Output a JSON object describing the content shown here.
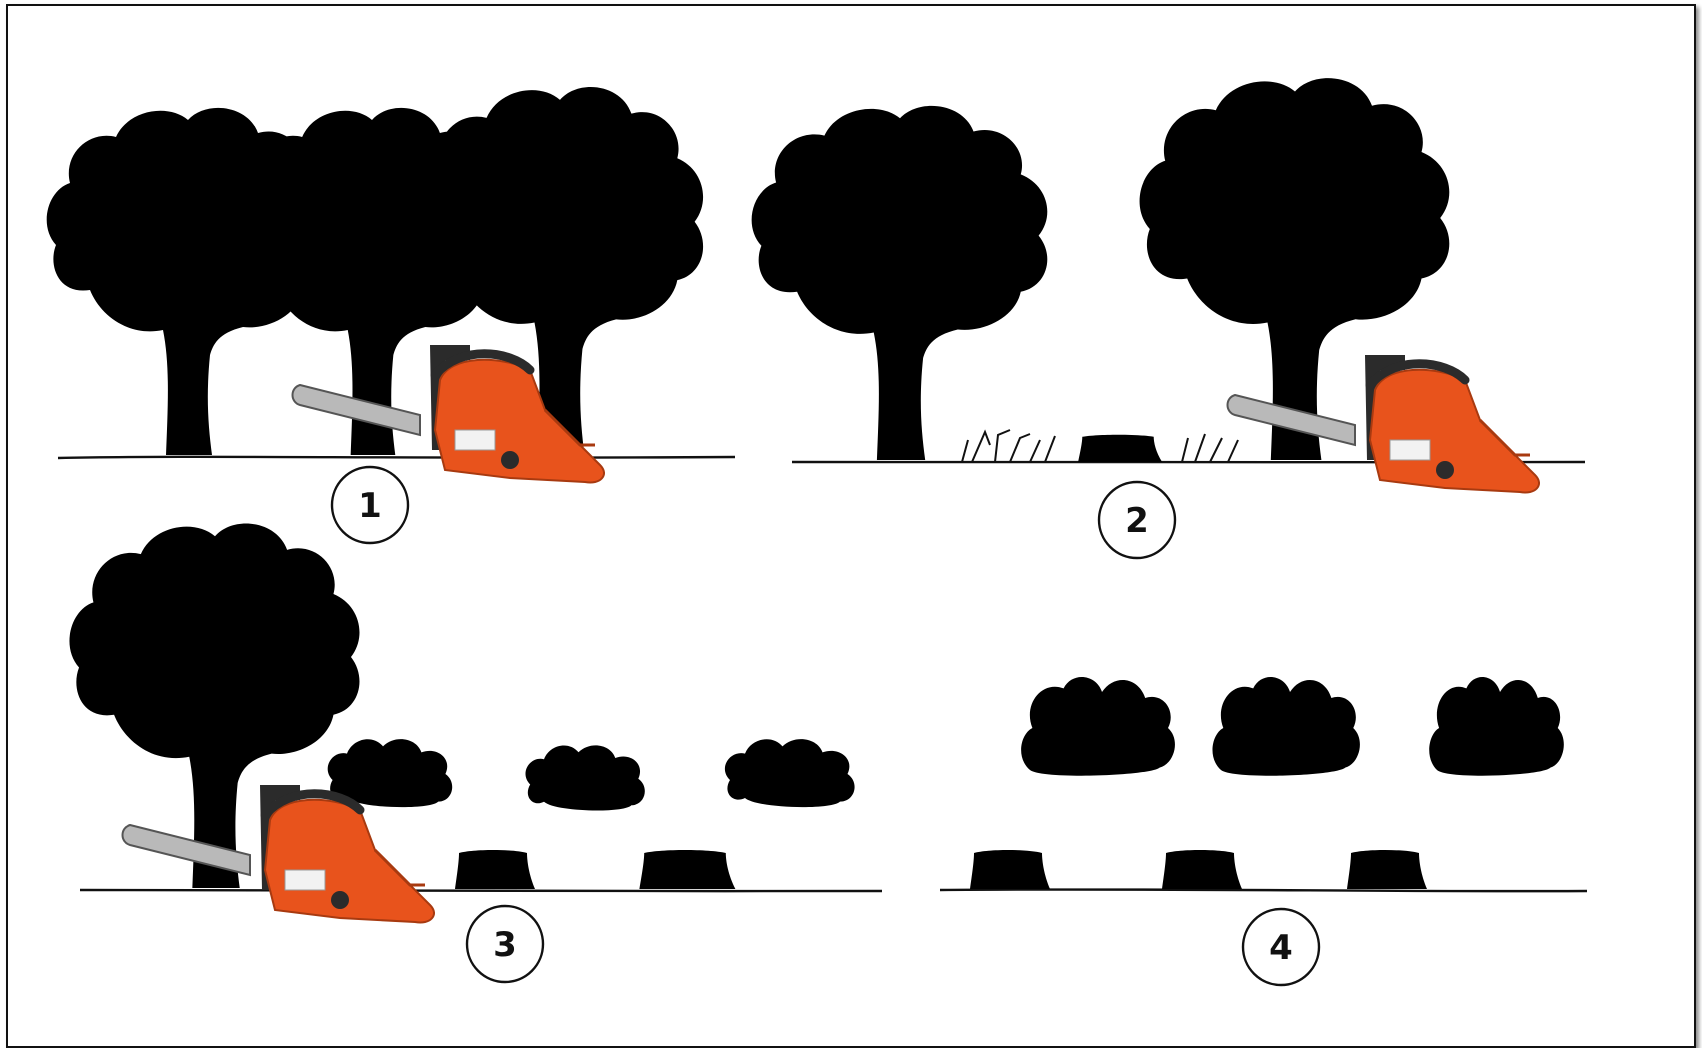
{
  "panels": [
    {
      "number": "1"
    },
    {
      "number": "2"
    },
    {
      "number": "3"
    },
    {
      "number": "4"
    }
  ],
  "icons": [
    "chainsaw-icon"
  ],
  "colors": {
    "chainsaw_body": "#e8531c",
    "chainsaw_dark": "#2b2b2b",
    "bar_metal": "#b9b9b9",
    "ink": "#111111"
  }
}
